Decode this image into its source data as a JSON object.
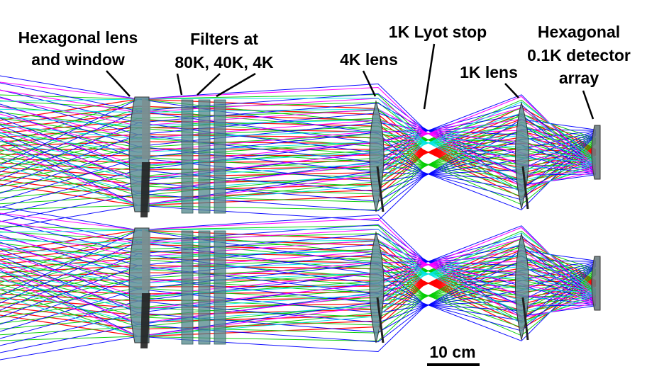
{
  "labels": {
    "hex_lens_window": [
      "Hexagonal lens",
      "and window"
    ],
    "filters": [
      "Filters at",
      "80K, 40K, 4K"
    ],
    "lens_4k": "4K lens",
    "lyot_stop": "1K Lyot stop",
    "lens_1k": "1K lens",
    "detector": [
      "Hexagonal",
      "0.1K detector",
      "array"
    ]
  },
  "scale_bar": {
    "label": "10 cm"
  },
  "colors": {
    "red": "#ff0000",
    "green": "#00cc00",
    "blue": "#0000ff",
    "magenta": "#ff00ff",
    "cyan": "#00e5e5",
    "lens_face": "#5f8f96",
    "lens_edge": "#333333",
    "filter_face": "#4f8589"
  },
  "optics_rows": 2
}
